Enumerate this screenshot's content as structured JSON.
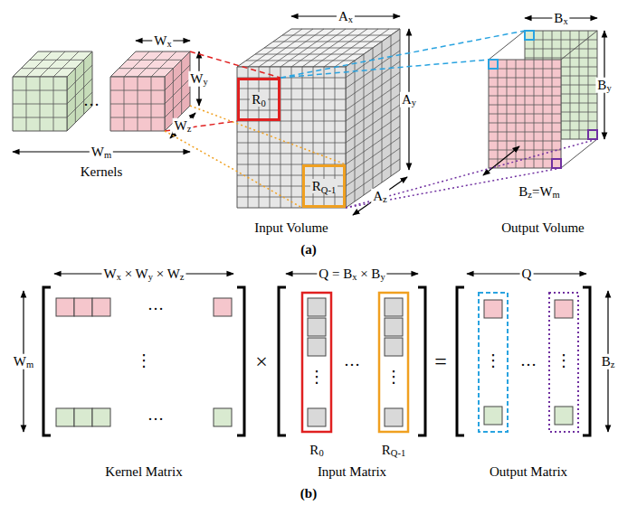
{
  "diagram": {
    "nodes": [
      {
        "text": [
          "R0"
        ]
      },
      {
        "text": [
          "RQ-1"
        ]
      }
    ],
    "labels": [
      "Wx",
      "Ax",
      "Bx",
      "Wy",
      "Ay",
      "By",
      "Wz",
      "Az",
      "…",
      "Wm",
      "Kernels",
      "Bz=Wm",
      "Input Volume",
      "Output Volume",
      "(a)",
      "Wx × Wy × Wz",
      "Q = Bx × By",
      "Q",
      "Wm",
      "…",
      "⋮",
      "…",
      "×",
      "…",
      "⋮",
      "⋮",
      "=",
      "⋮",
      "…",
      "⋮",
      "Bz",
      "R0",
      "RQ-1",
      "Kernel Matrix",
      "Input Matrix",
      "Output Matrix",
      "(b)"
    ]
  }
}
